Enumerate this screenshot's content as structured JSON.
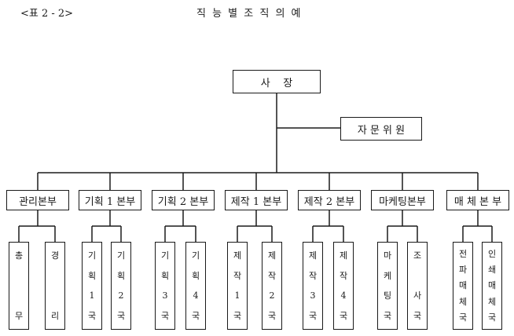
{
  "table_label": "<표 2 - 2>",
  "title": "직 능 별 조 직 의 예",
  "ceo": "사    장",
  "advisory": "자 문 위 원",
  "divisions": [
    {
      "label": "관리본부",
      "units": [
        [
          "총",
          "",
          "",
          "무"
        ],
        [
          "경",
          "",
          "",
          "리"
        ]
      ]
    },
    {
      "label": "기획 1 본부",
      "units": [
        [
          "기",
          "획",
          "1",
          "국"
        ],
        [
          "기",
          "획",
          "2",
          "국"
        ]
      ]
    },
    {
      "label": "기획 2 본부",
      "units": [
        [
          "기",
          "획",
          "3",
          "국"
        ],
        [
          "기",
          "획",
          "4",
          "국"
        ]
      ]
    },
    {
      "label": "제작 1 본부",
      "units": [
        [
          "제",
          "작",
          "1",
          "국"
        ],
        [
          "제",
          "작",
          "2",
          "국"
        ]
      ]
    },
    {
      "label": "제작 2 본부",
      "units": [
        [
          "제",
          "작",
          "3",
          "국"
        ],
        [
          "제",
          "작",
          "4",
          "국"
        ]
      ]
    },
    {
      "label": "마케팅본부",
      "units": [
        [
          "마",
          "케",
          "팅",
          "국"
        ],
        [
          "조",
          "",
          "사",
          "국"
        ]
      ]
    },
    {
      "label": "매 체 본 부",
      "units": [
        [
          "전",
          "파",
          "매",
          "체",
          "국"
        ],
        [
          "인",
          "쇄",
          "매",
          "체",
          "국"
        ]
      ]
    }
  ]
}
